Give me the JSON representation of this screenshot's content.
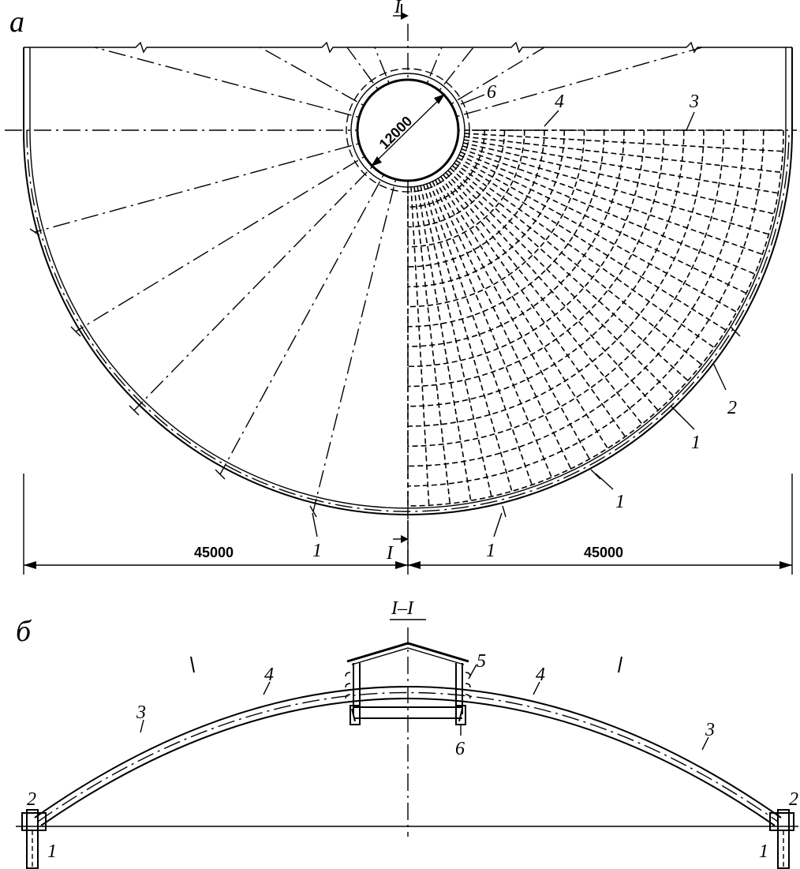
{
  "view_a": {
    "letter": "а",
    "dim_diameter": "12000",
    "dim_left": "45000",
    "dim_right": "45000",
    "section_mark": "I",
    "labels": {
      "l6": "6",
      "l4": "4",
      "l3": "3",
      "l2": "2",
      "l1_a": "1",
      "l1_b": "1",
      "l1_c": "1",
      "l1_d": "1"
    }
  },
  "view_b": {
    "letter": "б",
    "section_title": "I–I",
    "labels": {
      "l5": "5",
      "l4_left": "4",
      "l4_right": "4",
      "l3_left": "3",
      "l3_right": "3",
      "l6": "6",
      "l2_left": "2",
      "l2_right": "2",
      "l1_left": "1",
      "l1_right": "1"
    }
  }
}
